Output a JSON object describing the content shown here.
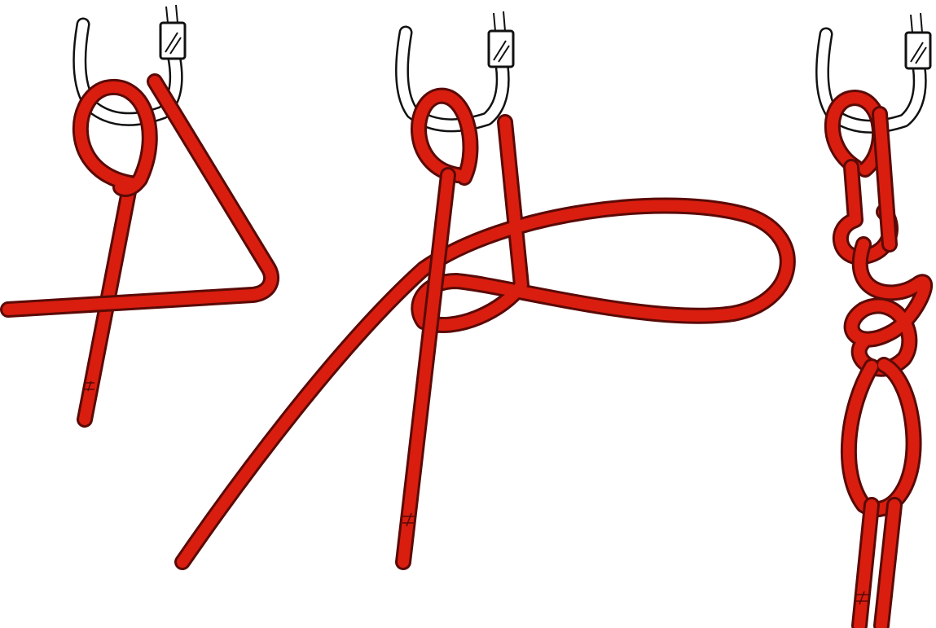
{
  "diagram": {
    "subject": "figure-eight-follow-through-on-carabiner",
    "steps": [
      {
        "id": "step-1"
      },
      {
        "id": "step-2"
      },
      {
        "id": "step-3"
      }
    ]
  },
  "colors": {
    "rope_fill": "#d91d0f",
    "rope_outline": "#5a0a06",
    "carabiner_fill": "#ffffff",
    "carabiner_outline": "#111111",
    "background": "#ffffff"
  }
}
